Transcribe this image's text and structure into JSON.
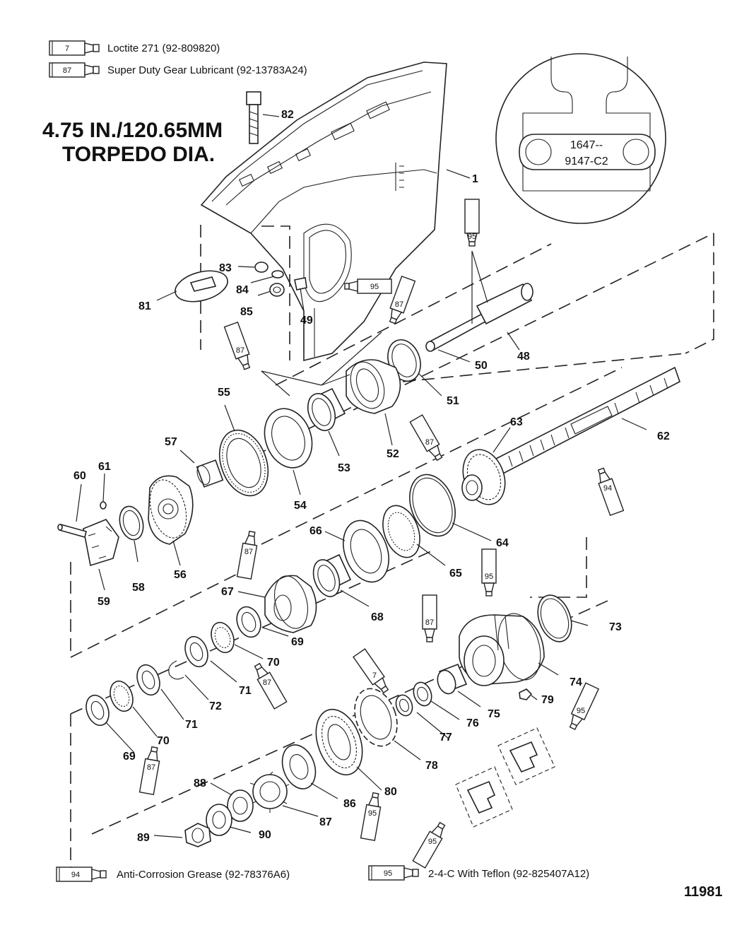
{
  "title_lines": [
    "4.75 IN./120.65MM",
    "TORPEDO DIA."
  ],
  "legend_top": [
    {
      "code": "7",
      "text": "Loctite 271 (92-809820)"
    },
    {
      "code": "87",
      "text": "Super Duty Gear Lubricant (92-13783A24)"
    }
  ],
  "legend_bottom": [
    {
      "code": "94",
      "text": "Anti-Corrosion Grease (92-78376A6)"
    },
    {
      "code": "95",
      "text": "2-4-C  With Teflon (92-825407A12)"
    }
  ],
  "inset_marking": [
    "1647--",
    "9147-C2"
  ],
  "figure_number": "11981",
  "callouts": [
    "82",
    "1",
    "83",
    "84",
    "85",
    "81",
    "49",
    "50",
    "48",
    "51",
    "52",
    "53",
    "54",
    "55",
    "57",
    "56",
    "58",
    "59",
    "60",
    "61",
    "62",
    "63",
    "64",
    "65",
    "66",
    "67",
    "68",
    "69",
    "70",
    "71",
    "72",
    "73",
    "74",
    "75",
    "76",
    "77",
    "78",
    "79",
    "80",
    "86",
    "87",
    "88",
    "89",
    "90"
  ],
  "tube_labels": [
    "95",
    "95",
    "87",
    "87",
    "87",
    "87",
    "94",
    "95",
    "87",
    "87",
    "7",
    "95",
    "87",
    "95",
    "95"
  ]
}
